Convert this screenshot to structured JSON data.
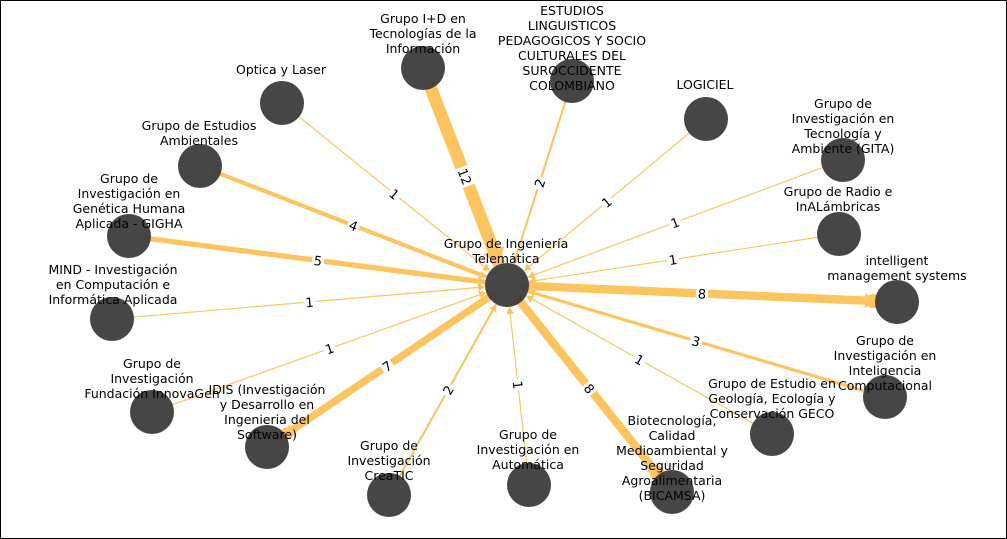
{
  "graph": {
    "center": {
      "id": "center",
      "label": "Grupo de Ingeniería\nTelemática"
    },
    "nodes": [
      {
        "id": "idi",
        "label": "Grupo I+D en\nTecnologías de la\nInformación"
      },
      {
        "id": "estudios-ling",
        "label": "ESTUDIOS\nLINGUISTICOS\nPEDAGOGICOS Y SOCIO\nCULTURALES DEL\nSUROCCIDENTE\nCOLOMBIANO"
      },
      {
        "id": "optica",
        "label": "Optica y Laser"
      },
      {
        "id": "logiciel",
        "label": "LOGICIEL"
      },
      {
        "id": "gita",
        "label": "Grupo de\nInvestigación en\nTecnología y\nAmbiente (GITA)"
      },
      {
        "id": "ambientales",
        "label": "Grupo de Estudios\nAmbientales"
      },
      {
        "id": "radio",
        "label": "Grupo de Radio e\nInALámbricas"
      },
      {
        "id": "gigha",
        "label": "Grupo de\nInvestigación en\nGenética Humana\nAplicada - GIGHA"
      },
      {
        "id": "intelligent",
        "label": "intelligent\nmanagement systems"
      },
      {
        "id": "mind",
        "label": "MIND - Investigación\nen Computación e\nInformática Aplicada"
      },
      {
        "id": "inteligencia",
        "label": "Grupo de\nInvestigación en\nInteligencia\nComputacional"
      },
      {
        "id": "innovagen",
        "label": "Grupo de\nInvestigación\nFundación InnovaGen"
      },
      {
        "id": "idis",
        "label": "IDIS (Investigación\ny Desarrollo en\nIngenieria del\nSoftware)"
      },
      {
        "id": "geco",
        "label": "Grupo de Estudio en\nGeología, Ecología y\nConservación GECO"
      },
      {
        "id": "creatic",
        "label": "Grupo de\nInvestigación\nCreaTIC"
      },
      {
        "id": "automatica",
        "label": "Grupo de\nInvestigación en\nAutomática"
      },
      {
        "id": "bicamsa",
        "label": "Biotecnología,\nCalidad\nMedioambiental y\nSeguridad\nAgroalimentaria\n(BICAMSA)"
      }
    ],
    "edges": [
      {
        "source": "idi",
        "target": "center",
        "weight": "12"
      },
      {
        "source": "estudios-ling",
        "target": "center",
        "weight": "2"
      },
      {
        "source": "optica",
        "target": "center",
        "weight": "1"
      },
      {
        "source": "logiciel",
        "target": "center",
        "weight": "1"
      },
      {
        "source": "gita",
        "target": "center",
        "weight": "1"
      },
      {
        "source": "ambientales",
        "target": "center",
        "weight": "4"
      },
      {
        "source": "radio",
        "target": "center",
        "weight": "1"
      },
      {
        "source": "gigha",
        "target": "center",
        "weight": "5"
      },
      {
        "source": "center",
        "target": "intelligent",
        "weight": "8"
      },
      {
        "source": "mind",
        "target": "center",
        "weight": "1"
      },
      {
        "source": "inteligencia",
        "target": "center",
        "weight": "3"
      },
      {
        "source": "innovagen",
        "target": "center",
        "weight": "1"
      },
      {
        "source": "center",
        "target": "idis",
        "weight": "7"
      },
      {
        "source": "geco",
        "target": "center",
        "weight": "1"
      },
      {
        "source": "creatic",
        "target": "center",
        "weight": "2"
      },
      {
        "source": "automatica",
        "target": "center",
        "weight": "1"
      },
      {
        "source": "center",
        "target": "bicamsa",
        "weight": "8"
      }
    ]
  },
  "colors": {
    "edge": "#fdc55f",
    "node": "#3c3c3c",
    "arrow_to_center": "#5a3a10"
  }
}
